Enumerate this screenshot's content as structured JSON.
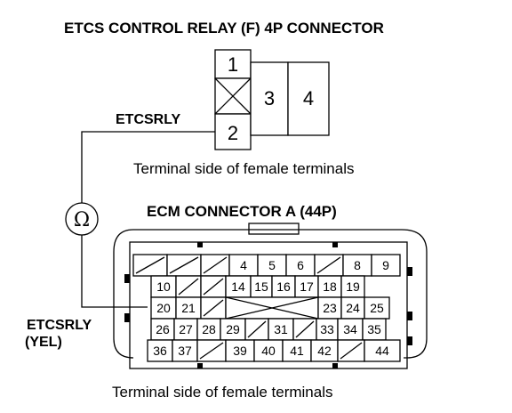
{
  "relay": {
    "title": "ETCS CONTROL RELAY (F) 4P CONNECTOR",
    "pins": [
      "1",
      "2",
      "3",
      "4"
    ],
    "caption": "Terminal side of female terminals"
  },
  "wire": {
    "top_label": "ETCSRLY",
    "bottom_label_1": "ETCSRLY",
    "bottom_label_2": "(YEL)",
    "meter_symbol": "Ω"
  },
  "ecm": {
    "title": "ECM CONNECTOR A (44P)",
    "caption": "Terminal side of female terminals",
    "rows": [
      [
        "",
        "",
        "",
        "4",
        "5",
        "6",
        "",
        "8",
        "9"
      ],
      [
        "10",
        "",
        "",
        "14",
        "15",
        "16",
        "17",
        "18",
        "19"
      ],
      [
        "20",
        "21",
        "",
        "",
        "",
        "",
        "23",
        "24",
        "25"
      ],
      [
        "26",
        "27",
        "28",
        "29",
        "",
        "31",
        "",
        "33",
        "34",
        "35"
      ],
      [
        "36",
        "37",
        "",
        "39",
        "40",
        "41",
        "42",
        "",
        "44"
      ]
    ]
  }
}
